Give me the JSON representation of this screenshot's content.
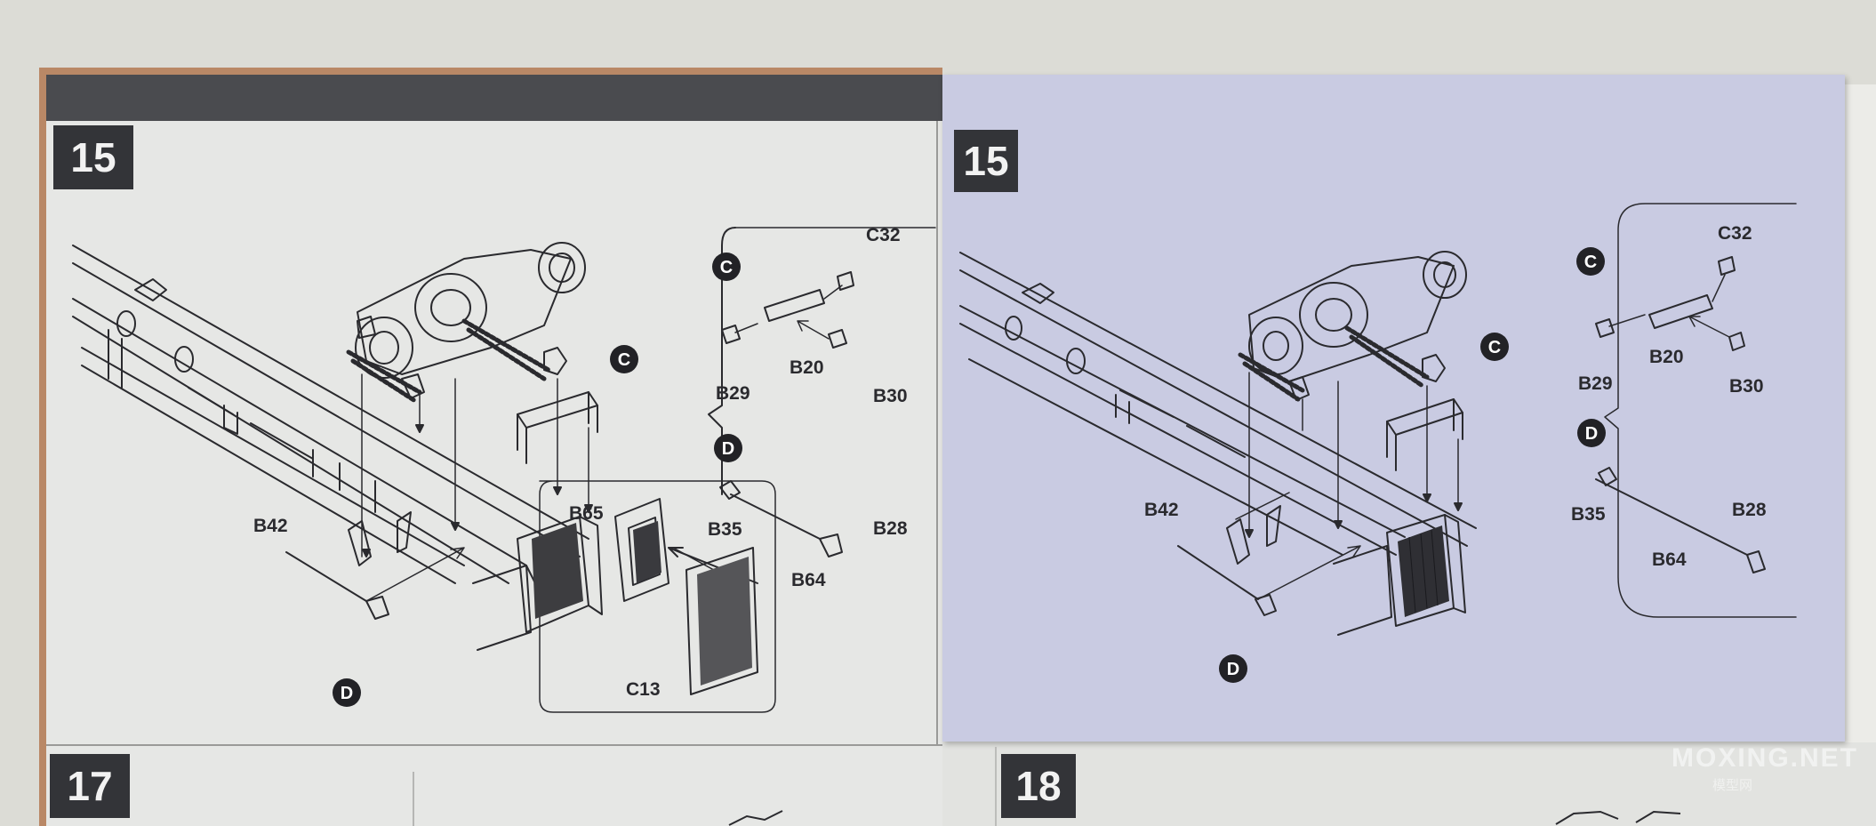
{
  "steps": {
    "left_main": "15",
    "right_main": "15",
    "bottom_left": "17",
    "bottom_right": "18"
  },
  "parts": {
    "c32": "C32",
    "b20": "B20",
    "b29": "B29",
    "b30": "B30",
    "b35": "B35",
    "b28": "B28",
    "b64": "B64",
    "b42": "B42",
    "b65": "B65",
    "c13": "C13"
  },
  "callouts": {
    "c": "C",
    "d": "D"
  },
  "watermark": {
    "main": "MOXING.NET",
    "sub": "模型网"
  },
  "colors": {
    "paper_left": "#e6e7e5",
    "paper_right": "#c9cbe2",
    "ink": "#2a2a2e",
    "number_box": "#333438",
    "board": "#b98866"
  }
}
